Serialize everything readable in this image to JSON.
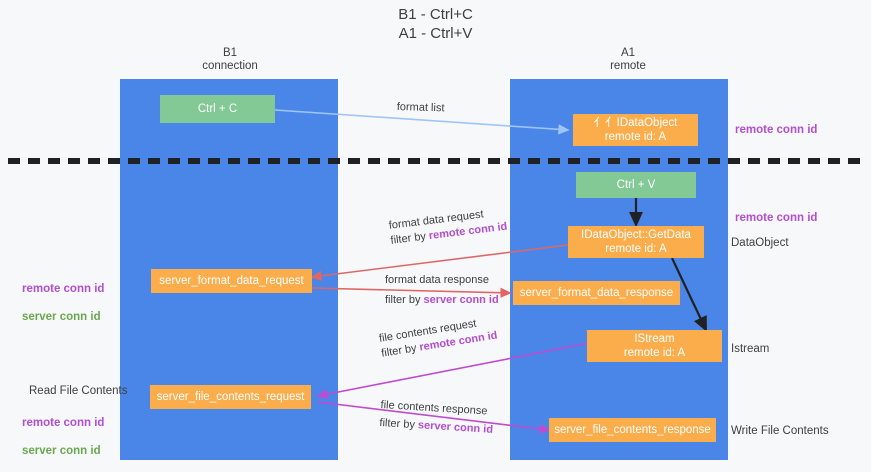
{
  "diagram": {
    "title": "B1 - Ctrl+C\nA1 - Ctrl+V",
    "colors": {
      "lane": "#4a86e8",
      "green_node": "#82c995",
      "orange_node": "#fbad4c",
      "purple_text": "#b44ed0",
      "green_text": "#6aa84f",
      "blue_arrow": "#9fc5f8",
      "red_arrow": "#e06666",
      "magenta_arrow": "#c04bd0",
      "black_arrow": "#202124",
      "background": "#f7f8f9"
    },
    "lanes": [
      {
        "id": "b1",
        "title": "B1\nconnection"
      },
      {
        "id": "a1",
        "title": "A1\nremote"
      }
    ],
    "nodes": [
      {
        "id": "ctrl-c",
        "label": "Ctrl + C",
        "kind": "green"
      },
      {
        "id": "idataobject-remote",
        "label": "⺅⺅IDataObject\nremote id: A",
        "kind": "orange"
      },
      {
        "id": "ctrl-v",
        "label": "Ctrl + V",
        "kind": "green"
      },
      {
        "id": "getdata",
        "label": "IDataObject::GetData\nremote id: A",
        "kind": "orange"
      },
      {
        "id": "server-format-data-request",
        "label": "server_format_data_request",
        "kind": "orange"
      },
      {
        "id": "server-format-data-response",
        "label": "server_format_data_response",
        "kind": "orange"
      },
      {
        "id": "istream",
        "label": "IStream\nremote id: A",
        "kind": "orange"
      },
      {
        "id": "server-file-contents-request",
        "label": "server_file_contents_request",
        "kind": "orange"
      },
      {
        "id": "server-file-contents-response",
        "label": "server_file_contents_response",
        "kind": "orange"
      }
    ],
    "edge_labels": [
      {
        "id": "format-list",
        "line1": "format list",
        "line2": "",
        "filter": ""
      },
      {
        "id": "format-data-request",
        "line1": "format data request",
        "line2": "filter by ",
        "filter": "remote conn id"
      },
      {
        "id": "format-data-response",
        "line1": "format data response",
        "line2": "filter by ",
        "filter": "server conn id"
      },
      {
        "id": "file-contents-request",
        "line1": "file contents request",
        "line2": "filter by ",
        "filter": "remote conn id"
      },
      {
        "id": "file-contents-response",
        "line1": "file contents response",
        "line2": "filter by ",
        "filter": "server conn id"
      }
    ],
    "annotations_left": [
      {
        "id": "left-conn-ids",
        "purple": "remote conn id",
        "green": "server conn id",
        "plain": ""
      },
      {
        "id": "left-read-file",
        "purple": "remote conn id",
        "green": "server conn id",
        "plain": "Read File Contents"
      }
    ],
    "annotations_right": [
      {
        "id": "right-remote-conn-id-top",
        "text": "remote conn id",
        "style": "purple"
      },
      {
        "id": "right-remote-conn-id-mid",
        "text": "remote conn id",
        "style": "purple"
      },
      {
        "id": "right-dataobject",
        "text": "DataObject",
        "style": "dark"
      },
      {
        "id": "right-istream",
        "text": "Istream",
        "style": "dark"
      },
      {
        "id": "right-write-file",
        "text": "Write File Contents",
        "style": "dark"
      }
    ]
  }
}
